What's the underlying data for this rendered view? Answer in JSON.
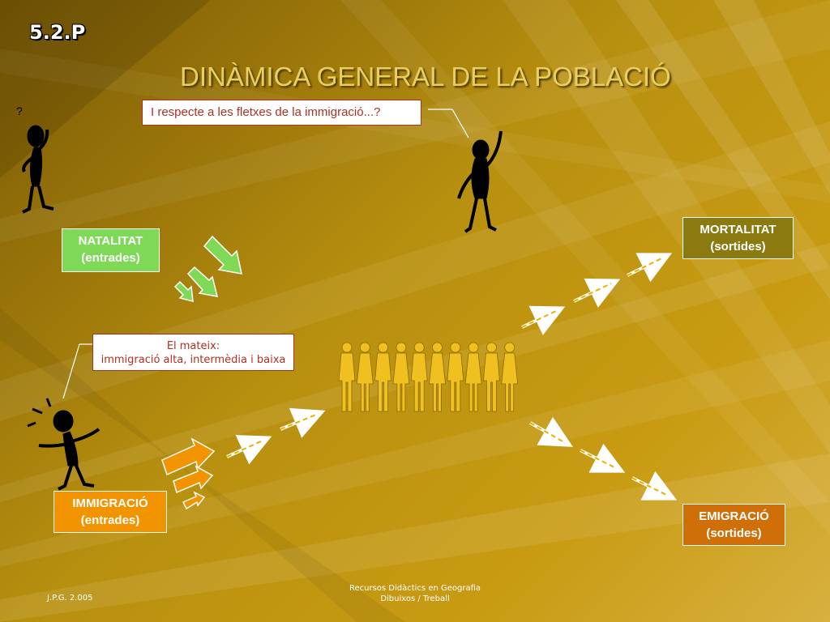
{
  "slide_code": "5.2.P",
  "title": "DINÀMICA GENERAL DE LA POBLACIÓ",
  "callouts": {
    "question": "I respecte a les fletxes de la immigració...?",
    "answer_line1": "El mateix:",
    "answer_line2": "immigració alta, intermèdia i baixa"
  },
  "boxes": {
    "natalitat": {
      "line1": "NATALITAT",
      "line2": "(entrades)"
    },
    "mortalitat": {
      "line1": "MORTALITAT",
      "line2": "(sortides)"
    },
    "immigracio": {
      "line1": "IMMIGRACIÓ",
      "line2": "(entrades)"
    },
    "emigracio": {
      "line1": "EMIGRACIÓ",
      "line2": "(sortides)"
    }
  },
  "thinker_mark": "?",
  "footer": {
    "left": "J.P.G. 2.005",
    "center_line1": "Recursos Didàctics en Geografia",
    "center_line2": "Dibuixos / Treball"
  },
  "colors": {
    "natalitat_green": "#7ed957",
    "mortalitat_olive": "#8a7a10",
    "immigracio_orange": "#f29400",
    "emigracio_orange": "#d06f08",
    "population_yellow": "#f0c020",
    "callout_red": "#b03020"
  },
  "population_count": 10
}
